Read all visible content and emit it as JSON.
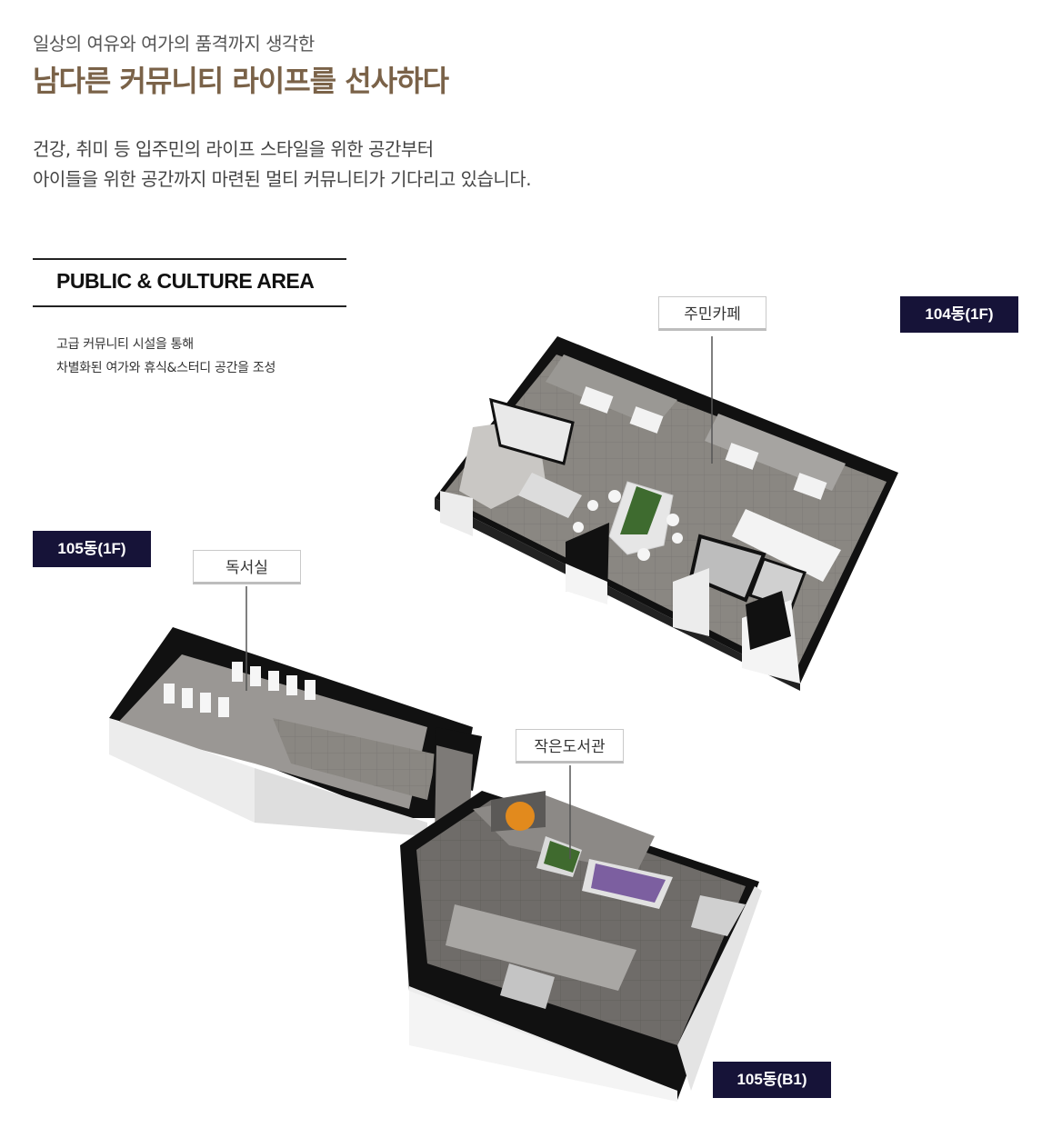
{
  "header": {
    "subtitle": "일상의 여유와 여가의 품격까지 생각한",
    "title": "남다른 커뮤니티 라이프를 선사하다",
    "description_line1": "건강, 취미 등 입주민의 라이프 스타일을 위한 공간부터",
    "description_line2": "아이들을 위한 공간까지 마련된 멀티 커뮤니티가 기다리고 있습니다."
  },
  "area": {
    "title": "PUBLIC & CULTURE AREA",
    "desc_line1": "고급 커뮤니티 시설을 통해",
    "desc_line2": "차별화된 여가와 휴식&스터디 공간을 조성"
  },
  "tags": {
    "b104_1f": "104동(1F)",
    "b105_1f": "105동(1F)",
    "b105_b1": "105동(B1)"
  },
  "callouts": {
    "cafe": "주민카페",
    "reading_room": "독서실",
    "library": "작은도서관"
  },
  "colors": {
    "tag_background": "#161338",
    "headline": "#7a6248",
    "wall_dark": "#111111",
    "floor": "#8d8a86"
  }
}
